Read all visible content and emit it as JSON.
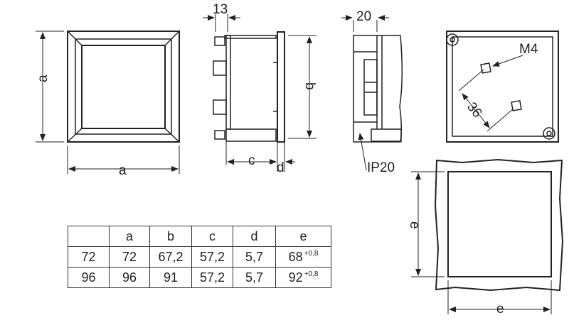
{
  "labels": {
    "front_a_vertical": "a",
    "front_a_horizontal": "a",
    "side_13": "13",
    "side_b": "b",
    "side_c": "c",
    "side_d": "d",
    "cover_20": "20",
    "cover_ip": "IP20",
    "back_m4": "M4",
    "back_36": "36",
    "cutout_e_vertical": "e",
    "cutout_e_horizontal": "e"
  },
  "table": {
    "headers": [
      "",
      "a",
      "b",
      "c",
      "d",
      "e"
    ],
    "rows": [
      {
        "size": "72",
        "a": "72",
        "b": "67,2",
        "c": "57,2",
        "d": "5,7",
        "e": "68",
        "e_tol": "+0,8"
      },
      {
        "size": "96",
        "a": "96",
        "b": "91",
        "c": "57,2",
        "d": "5,7",
        "e": "92",
        "e_tol": "+0,8"
      }
    ]
  }
}
